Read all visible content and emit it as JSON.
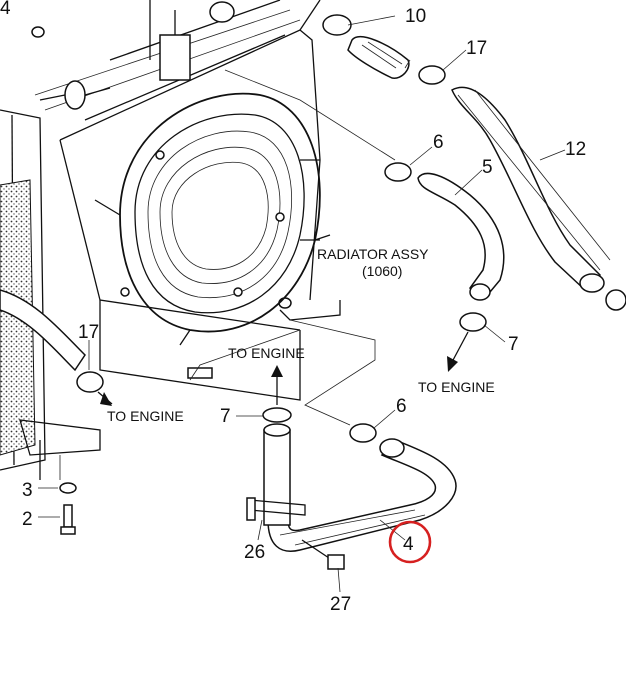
{
  "diagram": {
    "assembly_label": "RADIATOR ASSY",
    "assembly_code": "(1060)",
    "destination_labels": {
      "upper_left": "TO ENGINE",
      "lower_left": "TO ENGINE",
      "right": "TO ENGINE"
    },
    "callouts": {
      "p14": "4",
      "p10": "10",
      "p17_top": "17",
      "p12": "12",
      "p6_top": "6",
      "p5": "5",
      "p7_right": "7",
      "p17_left": "17",
      "p7_left": "7",
      "p6_mid": "6",
      "p4": "4",
      "p26": "26",
      "p27": "27",
      "p3": "3",
      "p2": "2"
    },
    "highlight_color": "#d62020"
  }
}
